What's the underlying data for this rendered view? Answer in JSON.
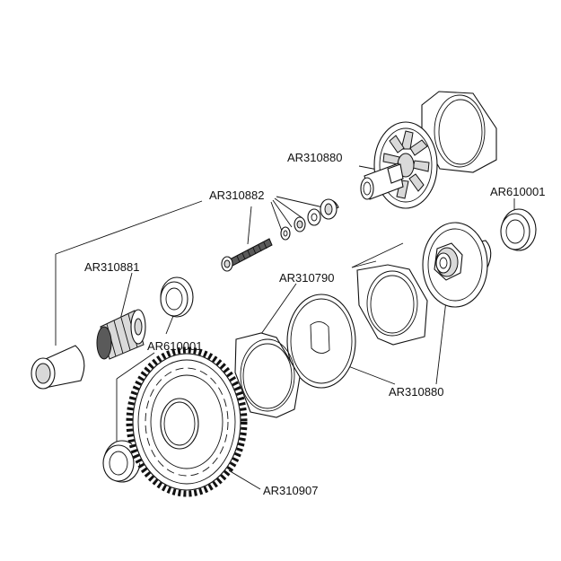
{
  "labels": {
    "top_hub": "AR310880",
    "screw_set": "AR310882",
    "bearing_right": "AR610001",
    "shaft": "AR310881",
    "plates": "AR310790",
    "bearing_left": "AR610001",
    "bottom_hub": "AR310880",
    "spur_gear": "AR310907"
  }
}
